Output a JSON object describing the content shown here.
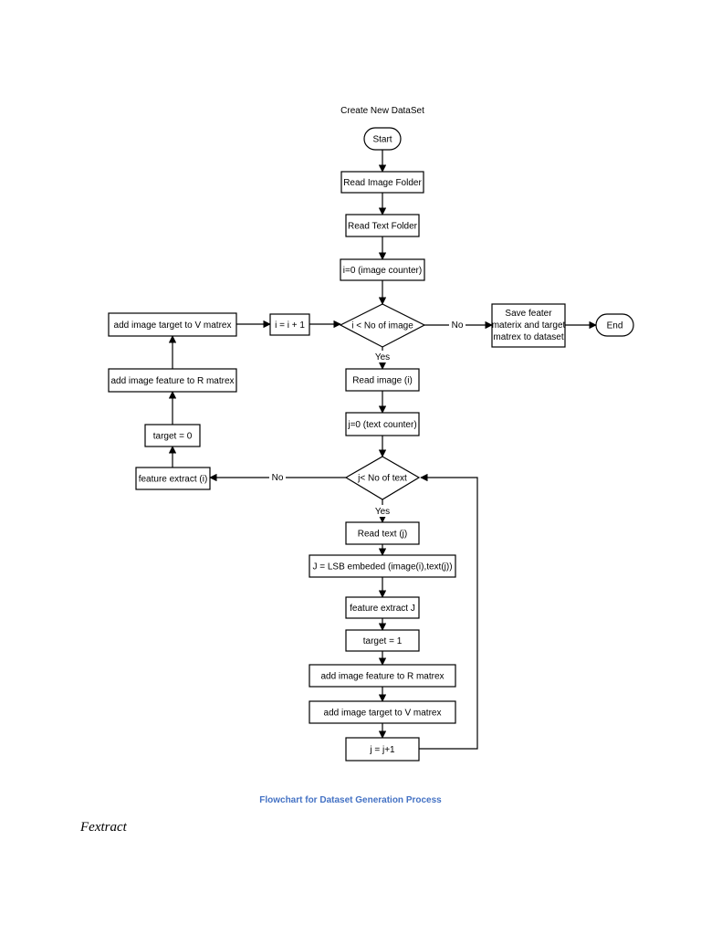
{
  "diagram": {
    "title": "Create New DataSet",
    "caption": "Flowchart for Dataset Generation Process",
    "footer_text": "Fextract",
    "nodes": {
      "start": "Start",
      "read_image_folder": "Read Image Folder",
      "read_text_folder": "Read Text Folder",
      "init_i": "i=0 (image counter)",
      "cond_i": "i < No of image",
      "save": [
        "Save feater",
        "materix and target",
        "matrex to dataset"
      ],
      "end": "End",
      "inc_i": "i = i + 1",
      "add_target_v_left": "add image target to V matrex",
      "add_feature_r_left": "add image feature to R matrex",
      "target_zero": "target = 0",
      "feature_extract_i": "feature extract (i)",
      "read_image_i": "Read image (i)",
      "init_j": "j=0 (text counter)",
      "cond_j": "j< No of text",
      "read_text_j": "Read text (j)",
      "lsb_embed": "J = LSB embeded (image(i),text(j))",
      "feature_extract_j": "feature extract J",
      "target_one": "target = 1",
      "add_feature_r": "add image feature to R matrex",
      "add_target_v": "add image target to V matrex",
      "inc_j": "j = j+1"
    },
    "edge_labels": {
      "cond_i_no": "No",
      "cond_i_yes": "Yes",
      "cond_j_no": "No",
      "cond_j_yes": "Yes"
    }
  }
}
